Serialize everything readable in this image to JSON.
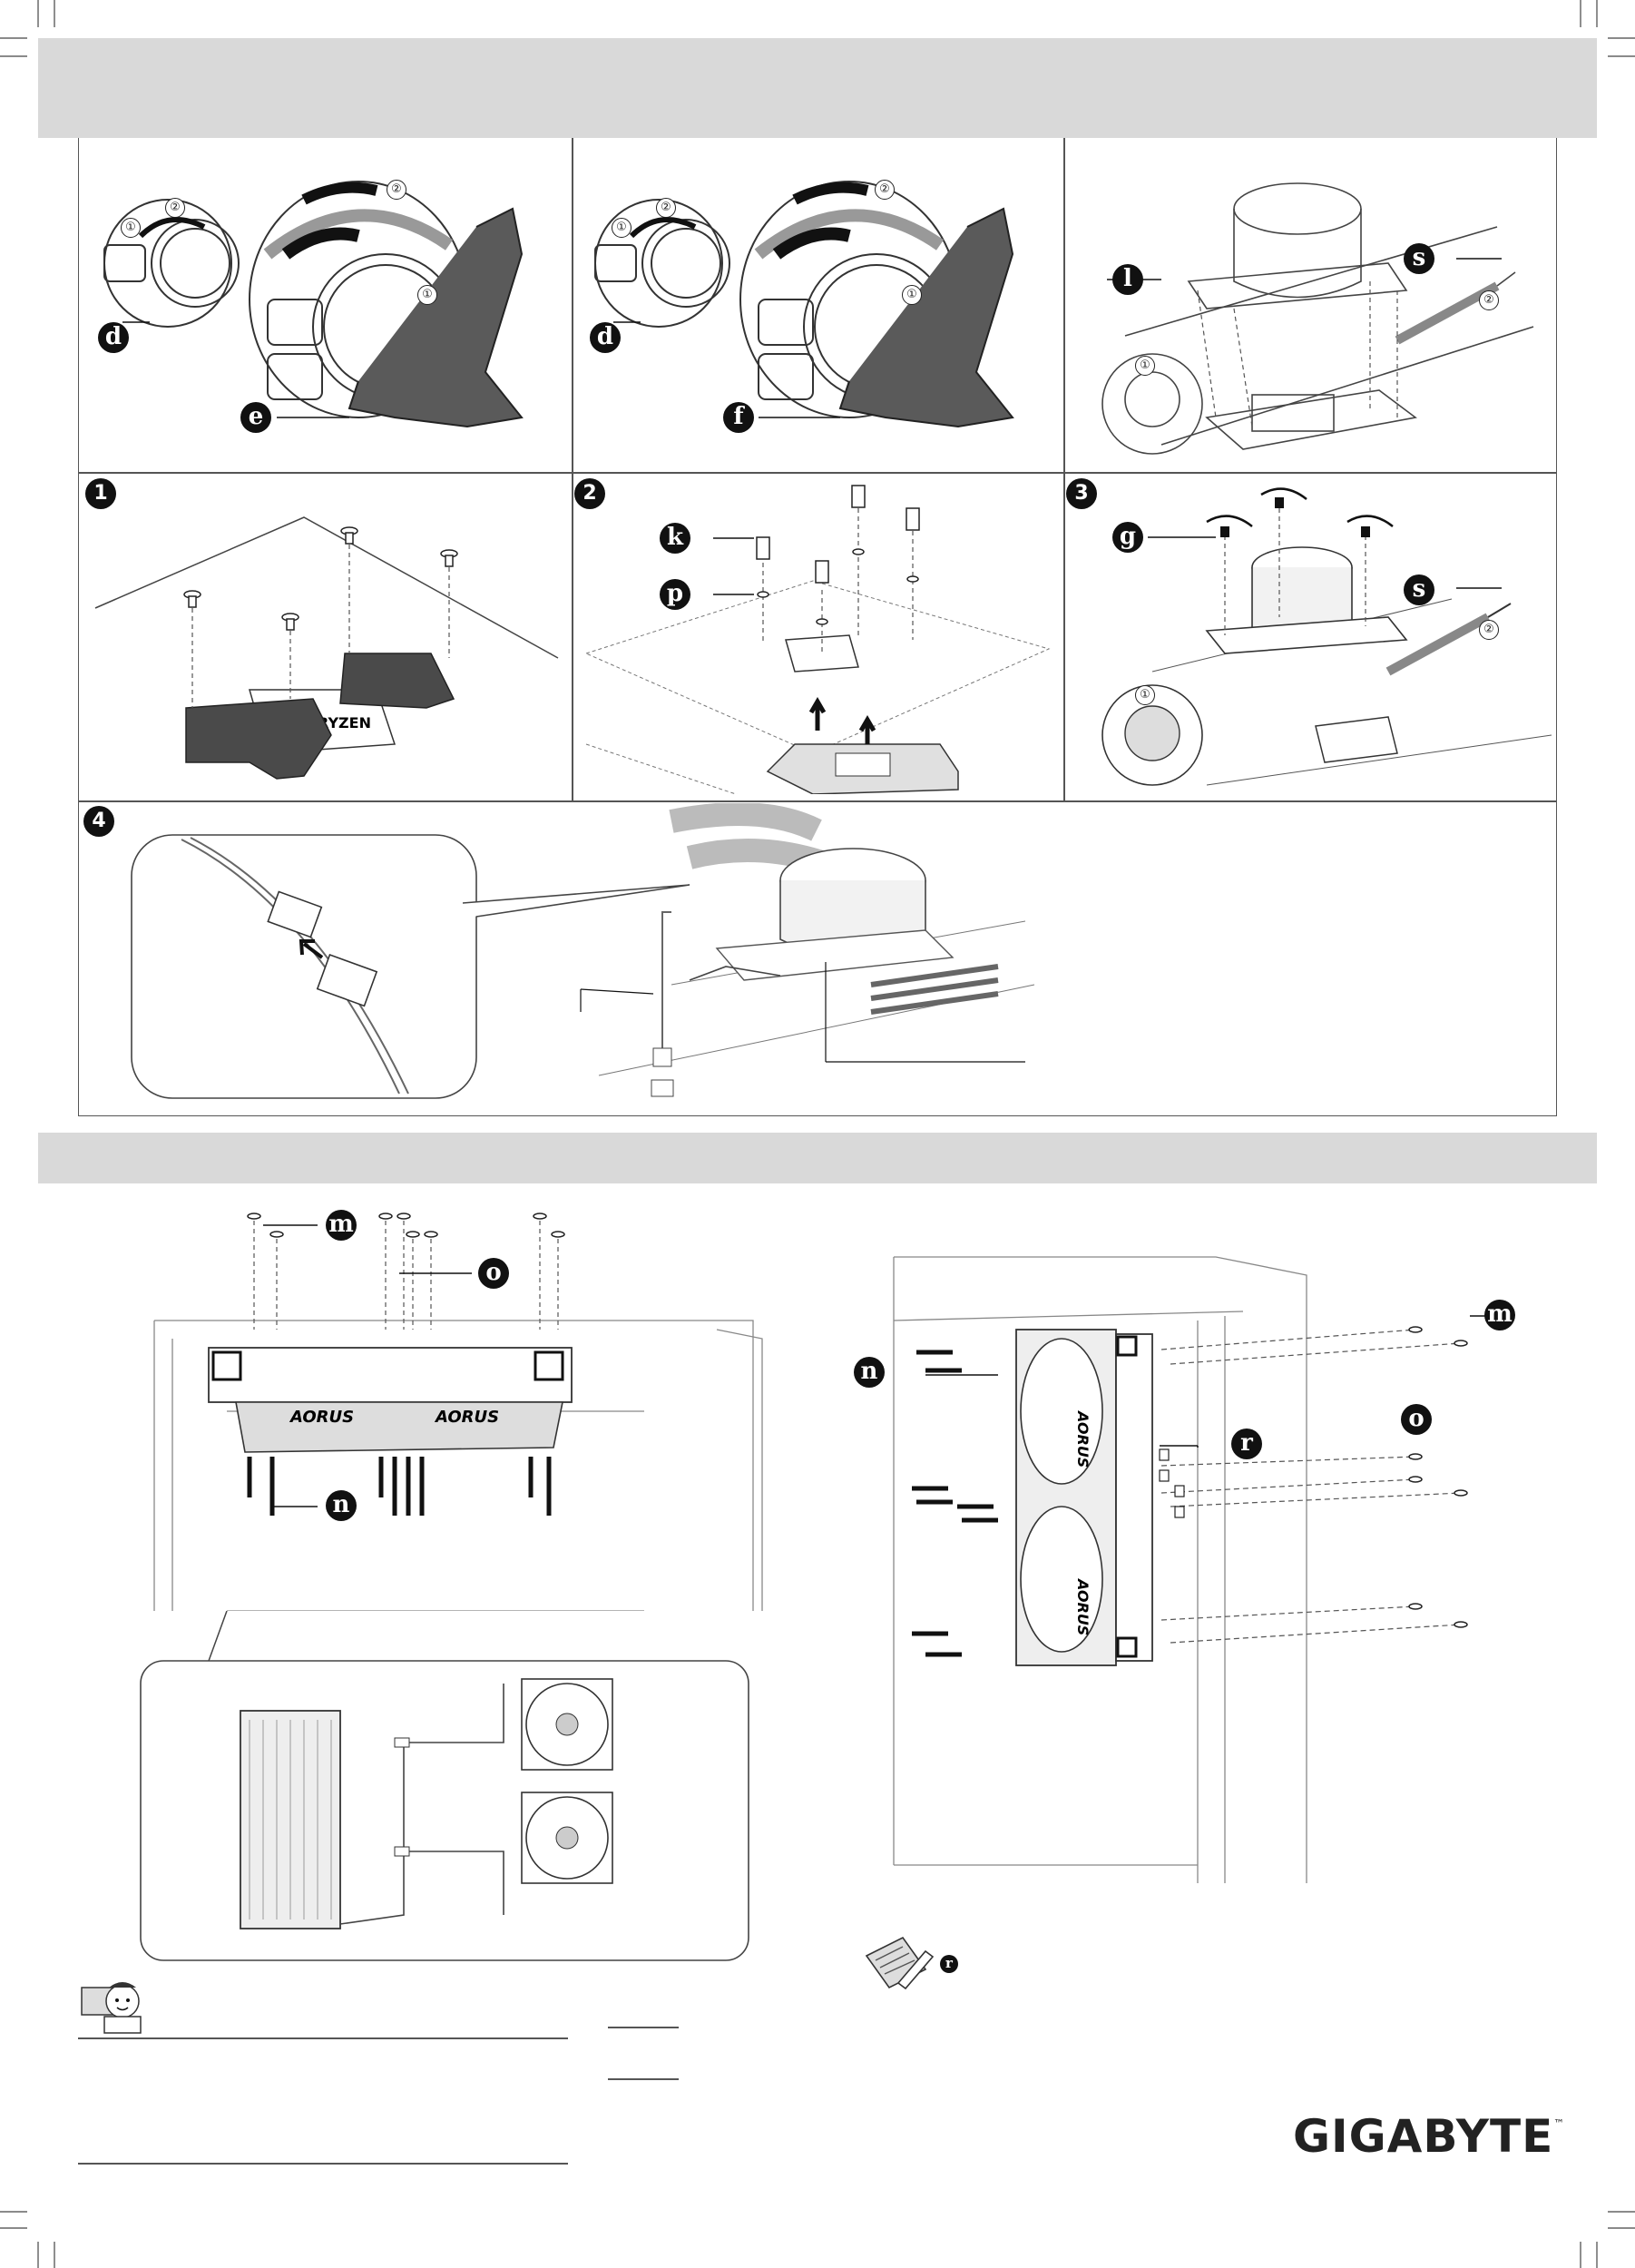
{
  "brand": {
    "logo_text": "GIGABYTE",
    "trademark": "™"
  },
  "callouts": {
    "d": "d",
    "e": "e",
    "f": "f",
    "l": "l",
    "s": "s",
    "k": "k",
    "p": "p",
    "g": "g",
    "m": "m",
    "o": "o",
    "n": "n",
    "r": "r"
  },
  "steps": [
    "1",
    "2",
    "3",
    "4"
  ],
  "sub_steps": {
    "one": "①",
    "two": "②"
  },
  "chip_label": "RYZEN",
  "fan_label": "AORUS",
  "colors": {
    "band": "#d9d9d9",
    "line": "#555555",
    "ink": "#111111",
    "bracket": "#4a4a4a"
  }
}
